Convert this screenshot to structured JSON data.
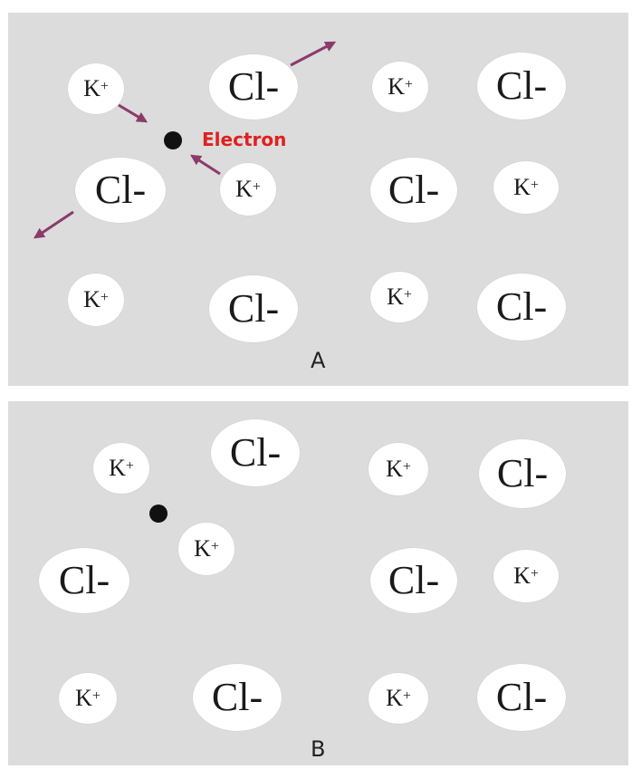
{
  "colors": {
    "panel_bg": "#dcdcdc",
    "ion_fill": "#ffffff",
    "arrow": "#8b3a6b",
    "electron": "#111111",
    "electron_label": "#e02020"
  },
  "ions": {
    "k_text": "K",
    "k_sup": "+",
    "cl_text": "Cl-"
  },
  "panel_a": {
    "label": "A",
    "electron_label": "Electron"
  },
  "panel_b": {
    "label": "B"
  }
}
